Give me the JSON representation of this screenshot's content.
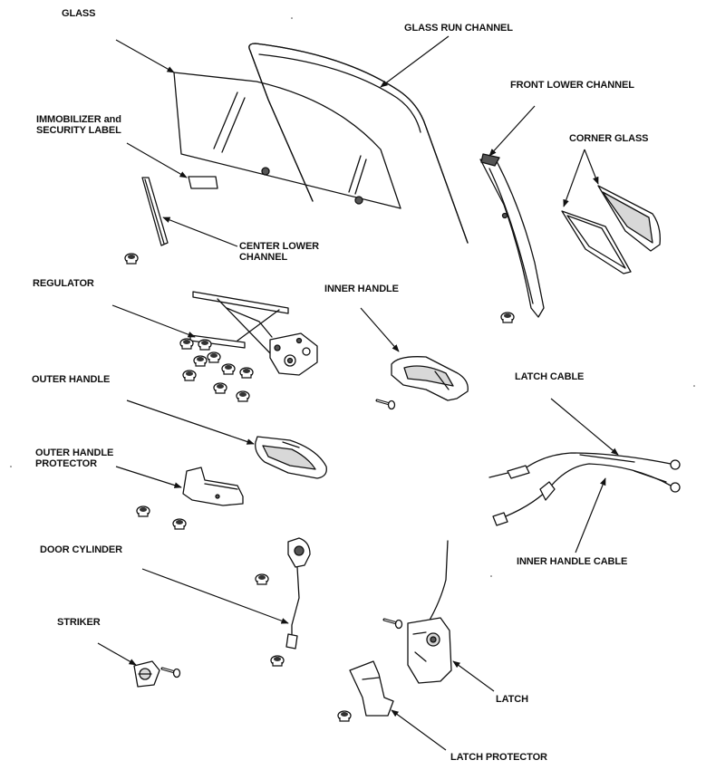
{
  "labels": {
    "glass": "GLASS",
    "glass_run_channel": "GLASS RUN CHANNEL",
    "front_lower_channel": "FRONT LOWER CHANNEL",
    "immobilizer_label_1": "IMMOBILIZER and",
    "immobilizer_label_2": "SECURITY LABEL",
    "corner_glass": "CORNER GLASS",
    "center_lower_channel_1": "CENTER LOWER",
    "center_lower_channel_2": "CHANNEL",
    "regulator": "REGULATOR",
    "inner_handle": "INNER HANDLE",
    "outer_handle": "OUTER HANDLE",
    "latch_cable": "LATCH CABLE",
    "outer_handle_protector_1": "OUTER HANDLE",
    "outer_handle_protector_2": "PROTECTOR",
    "door_cylinder": "DOOR CYLINDER",
    "inner_handle_cable": "INNER HANDLE CABLE",
    "striker": "STRIKER",
    "latch": "LATCH",
    "latch_protector": "LATCH PROTECTOR"
  }
}
